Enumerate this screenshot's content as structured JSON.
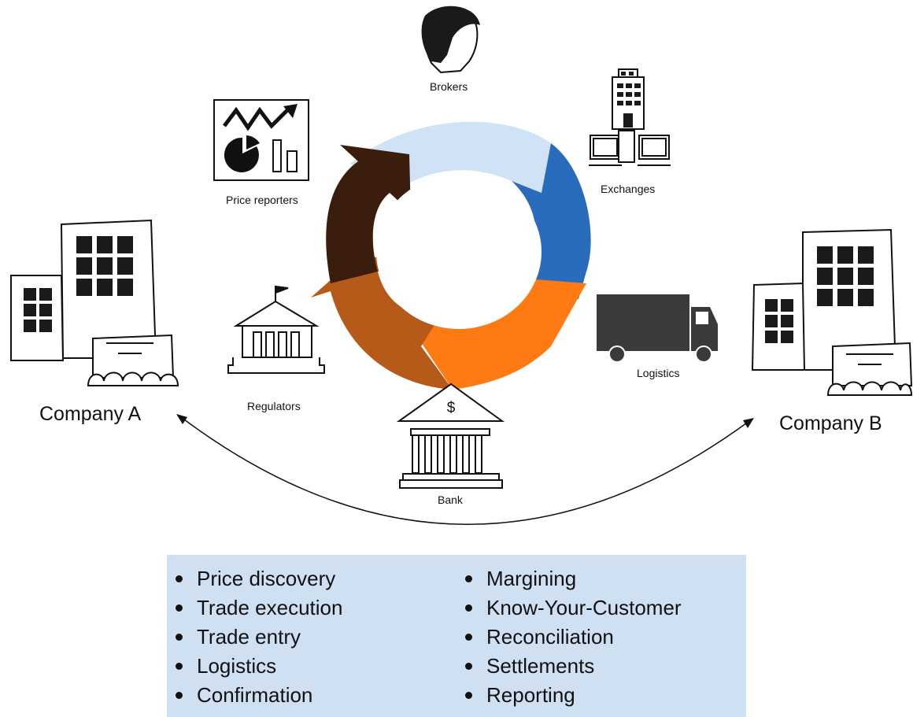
{
  "actors": {
    "brokers": "Brokers",
    "exchanges": "Exchanges",
    "price_reporters": "Price reporters",
    "logistics": "Logistics",
    "regulators": "Regulators",
    "bank": "Bank",
    "company_a": "Company A",
    "company_b": "Company B",
    "bank_symbol": "$"
  },
  "cycle_colors": {
    "light_blue": "#cfe2f6",
    "blue": "#2a6cbc",
    "orange": "#ff7a12",
    "brown": "#b65a19",
    "dark_brown": "#3b1d0d"
  },
  "tasks": {
    "left": [
      "Price discovery",
      "Trade execution",
      "Trade entry",
      "Logistics",
      "Confirmation"
    ],
    "right": [
      "Margining",
      "Know-Your-Customer",
      "Reconciliation",
      "Settlements",
      "Reporting"
    ]
  }
}
